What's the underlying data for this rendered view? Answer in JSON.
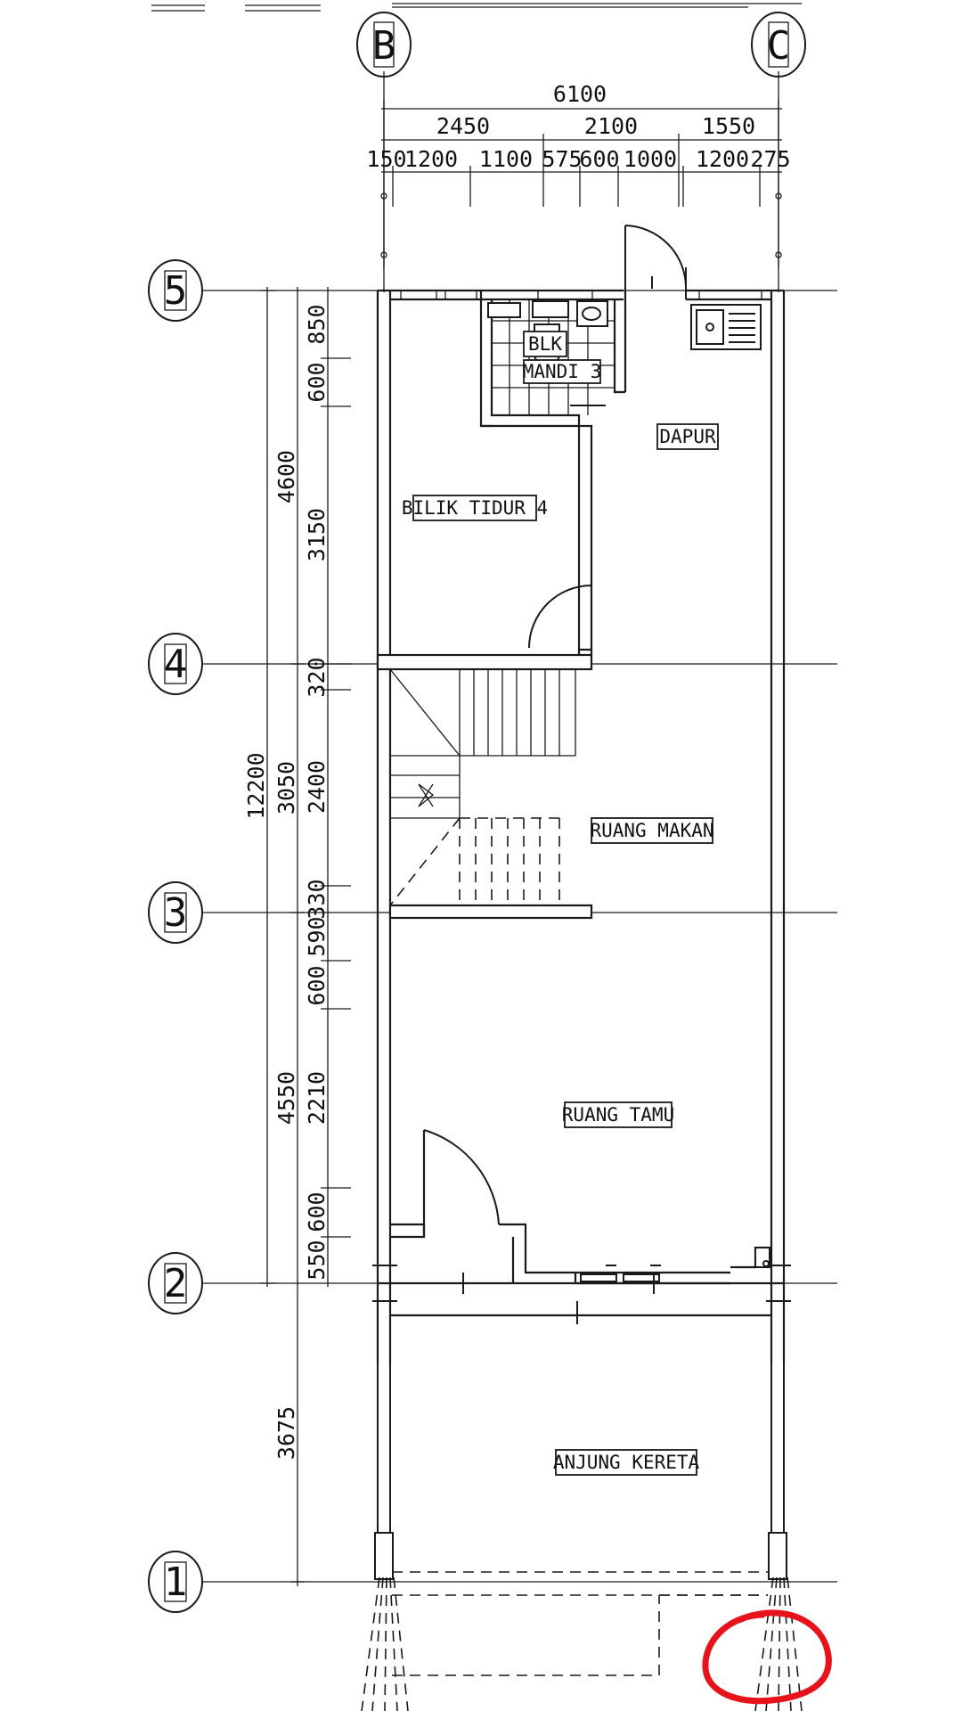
{
  "grid": {
    "columns": [
      "B",
      "C"
    ],
    "rows": [
      "5",
      "4",
      "3",
      "2",
      "1"
    ]
  },
  "dimensions": {
    "top_overall": "6100",
    "top_segments": [
      "2450",
      "2100",
      "1550"
    ],
    "top_details": [
      "150",
      "1200",
      "1100",
      "575",
      "600",
      "1000",
      "1200",
      "275"
    ],
    "left_overall": "12200",
    "left_groups": [
      "4600",
      "3050",
      "4550",
      "3675"
    ],
    "left_details": [
      "850",
      "600",
      "3150",
      "320",
      "2400",
      "330",
      "590",
      "600",
      "2210",
      "600",
      "550"
    ]
  },
  "rooms": {
    "bathroom_line1": "BLK",
    "bathroom_line2": "MANDI 3",
    "kitchen": "DAPUR",
    "bedroom": "BILIK TIDUR 4",
    "dining": "RUANG MAKAN",
    "living": "RUANG TAMU",
    "porch": "ANJUNG KERETA"
  },
  "annotation": {
    "color": "#e8121a"
  }
}
